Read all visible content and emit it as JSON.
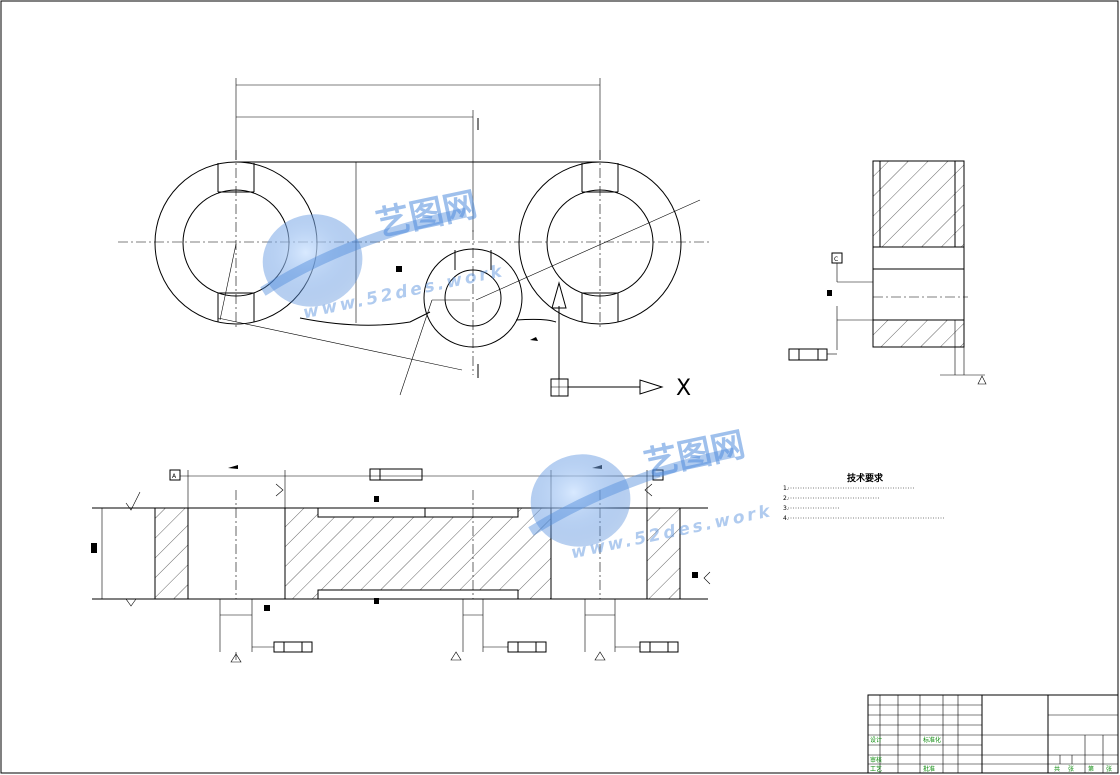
{
  "drawing": {
    "top_view": {
      "dim_overall": "",
      "dim_center": "",
      "dim_height": "",
      "dim_radial": "",
      "dim_angle": "",
      "section_mark_right": "",
      "section_mark_left": "",
      "section_mark_bottom": "",
      "section_mark_top": "",
      "axis_x_label": "X"
    },
    "section_b": {
      "title": "",
      "datum": "C",
      "tolerance_value": "",
      "roughness": ""
    },
    "section_a": {
      "title": "",
      "datum": "A",
      "tolerance_center": "",
      "roughness_left": "",
      "roughness_right": "",
      "tol_left": "",
      "tol_mid": "",
      "tol_right": ""
    },
    "tech_requirements": {
      "heading": "技术要求",
      "items": [
        "1. ",
        "2. ",
        "3. ",
        "4. "
      ]
    },
    "title_block": {
      "part_name": "",
      "labels": [
        "设计",
        "审核",
        "工艺",
        "标准化",
        "批准"
      ],
      "bottom": [
        "共",
        "张",
        "第",
        "张"
      ]
    }
  },
  "watermark": {
    "text_cn": "艺图网",
    "text_url": "www.52des.work"
  }
}
